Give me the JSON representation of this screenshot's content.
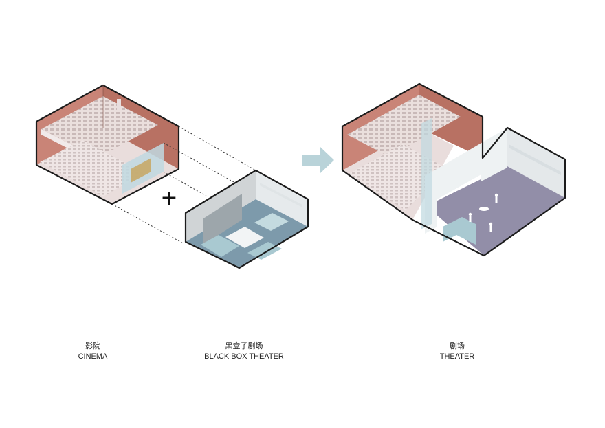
{
  "diagrams": {
    "cinema": {
      "label_zh": "影院",
      "label_en": "CINEMA"
    },
    "blackbox": {
      "label_zh": "黑盒子剧场",
      "label_en": "BLACK BOX THEATER"
    },
    "theater": {
      "label_zh": "剧场",
      "label_en": "THEATER"
    }
  },
  "operators": {
    "plus": "+"
  },
  "colors": {
    "brick": "#c98477",
    "brick_dark": "#a86458",
    "seat": "#d7cccb",
    "floor_cinema": "#e9dddc",
    "floor_blackbox": "#7d9aab",
    "floor_theater": "#928ea8",
    "glass": "#bfd8e0",
    "arrow": "#b9d3d9",
    "outline": "#1b1b1b"
  }
}
